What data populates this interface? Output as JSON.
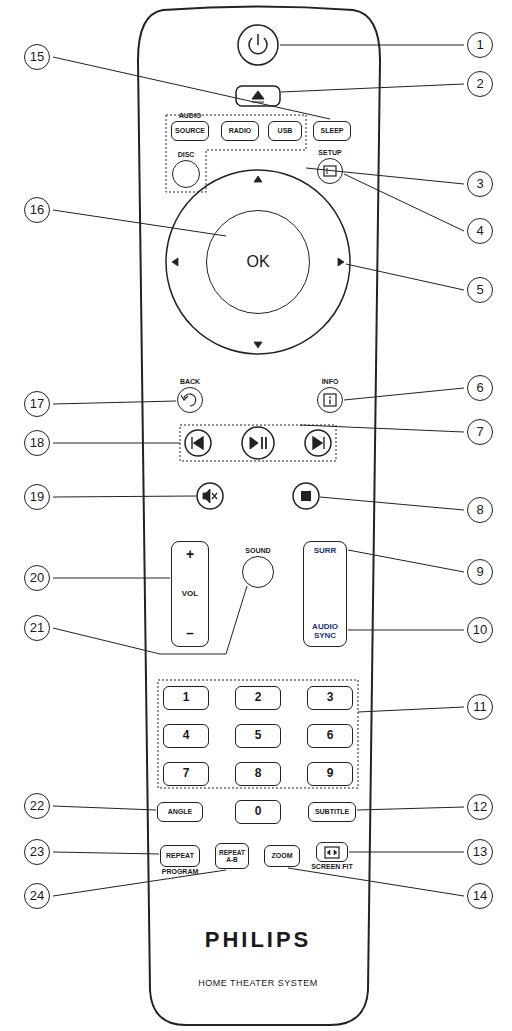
{
  "diagram": {
    "nodes": [
      {
        "text": [
          "PHILIPS",
          "HOME THEATER SYSTEM"
        ]
      },
      {
        "text": [
          "AUDIO",
          "SOURCE"
        ],
        "in": 0
      },
      {
        "text": [
          "RADIO"
        ],
        "in": 0
      },
      {
        "text": [
          "USB"
        ],
        "in": 0
      },
      {
        "text": [
          "SLEEP"
        ],
        "in": 0
      },
      {
        "text": [
          "DISC"
        ],
        "in": 0
      },
      {
        "text": [
          "SETUP"
        ],
        "in": 0
      },
      {
        "text": [
          "OK"
        ],
        "in": 0
      },
      {
        "text": [
          "BACK"
        ],
        "in": 0
      },
      {
        "text": [
          "INFO"
        ],
        "in": 0
      },
      {
        "text": [
          "SOUND"
        ],
        "in": 0
      },
      {
        "text": [
          "+",
          "VOL",
          "–"
        ],
        "in": 0
      },
      {
        "text": [
          "SURR",
          "AUDIO SYNC"
        ],
        "in": 0
      },
      {
        "text": [
          "1"
        ],
        "in": 0
      },
      {
        "text": [
          "2"
        ],
        "in": 0
      },
      {
        "text": [
          "3"
        ],
        "in": 0
      },
      {
        "text": [
          "4"
        ],
        "in": 0
      },
      {
        "text": [
          "5"
        ],
        "in": 0
      },
      {
        "text": [
          "6"
        ],
        "in": 0
      },
      {
        "text": [
          "7"
        ],
        "in": 0
      },
      {
        "text": [
          "8"
        ],
        "in": 0
      },
      {
        "text": [
          "9"
        ],
        "in": 0
      },
      {
        "text": [
          "0"
        ],
        "in": 0
      },
      {
        "text": [
          "ANGLE"
        ],
        "in": 0
      },
      {
        "text": [
          "SUBTITLE"
        ],
        "in": 0
      },
      {
        "text": [
          "REPEAT",
          "PROGRAM"
        ],
        "in": 0
      },
      {
        "text": [
          "REPEAT A-B"
        ],
        "in": 0
      },
      {
        "text": [
          "ZOOM"
        ],
        "in": 0
      },
      {
        "text": [
          "SCREEN FIT"
        ],
        "in": 0
      }
    ],
    "labels": [
      "1",
      "2",
      "3",
      "4",
      "5",
      "6",
      "7",
      "8",
      "9",
      "10",
      "11",
      "12",
      "13",
      "14",
      "15",
      "16",
      "17",
      "18",
      "19",
      "20",
      "21",
      "22",
      "23",
      "24"
    ]
  }
}
